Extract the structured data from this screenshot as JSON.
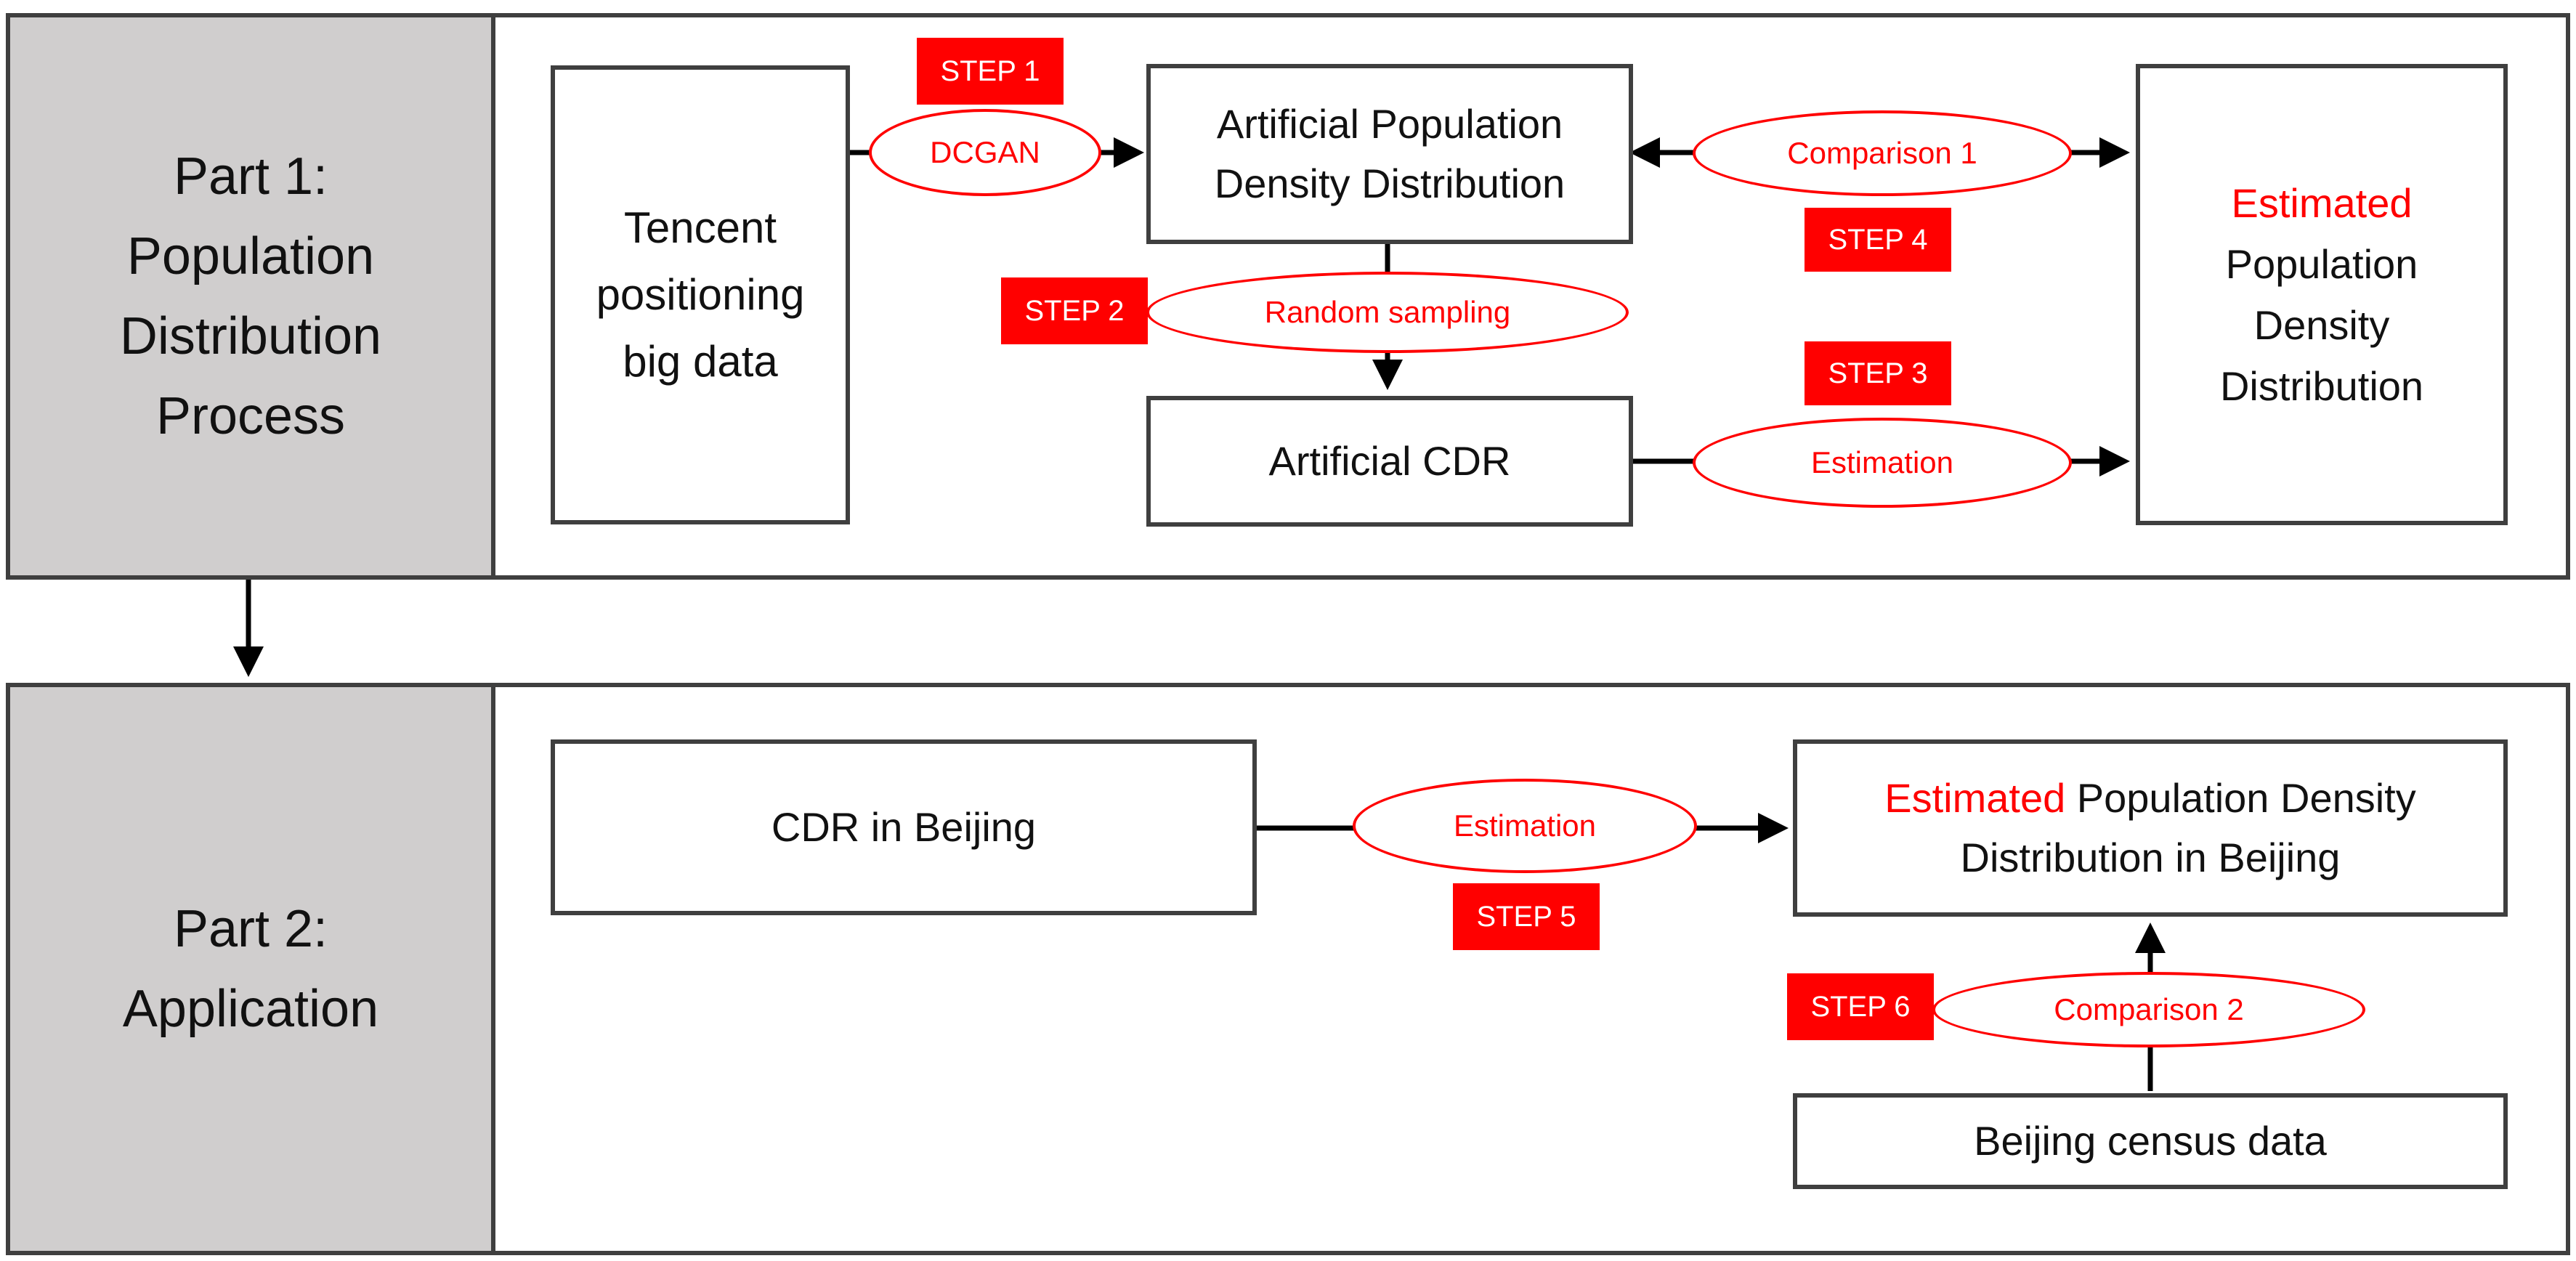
{
  "colors": {
    "accent_red": "#ff0000",
    "side_gray": "#d0cece",
    "border": "#3f3f3f"
  },
  "part1": {
    "label": "Part 1:\nPopulation\nDistribution\nProcess",
    "tencent_box": "Tencent\npositioning\nbig data",
    "artificial_density_box": "Artificial Population\nDensity Distribution",
    "artificial_cdr_box": "Artificial CDR",
    "estimated_box": {
      "highlight": "Estimated",
      "text": "Population\nDensity\nDistribution"
    },
    "ellipses": {
      "dcgan": "DCGAN",
      "random_sampling": "Random sampling",
      "comparison1": "Comparison 1",
      "estimation": "Estimation"
    },
    "steps": {
      "step1": "STEP 1",
      "step2": "STEP 2",
      "step3": "STEP 3",
      "step4": "STEP 4"
    }
  },
  "part2": {
    "label": "Part 2:\nApplication",
    "cdr_box": "CDR in Beijing",
    "estimated_box": {
      "highlight": "Estimated",
      "text": " Population Density\nDistribution in Beijing"
    },
    "census_box": "Beijing census data",
    "ellipses": {
      "estimation": "Estimation",
      "comparison2": "Comparison 2"
    },
    "steps": {
      "step5": "STEP 5",
      "step6": "STEP 6"
    }
  }
}
